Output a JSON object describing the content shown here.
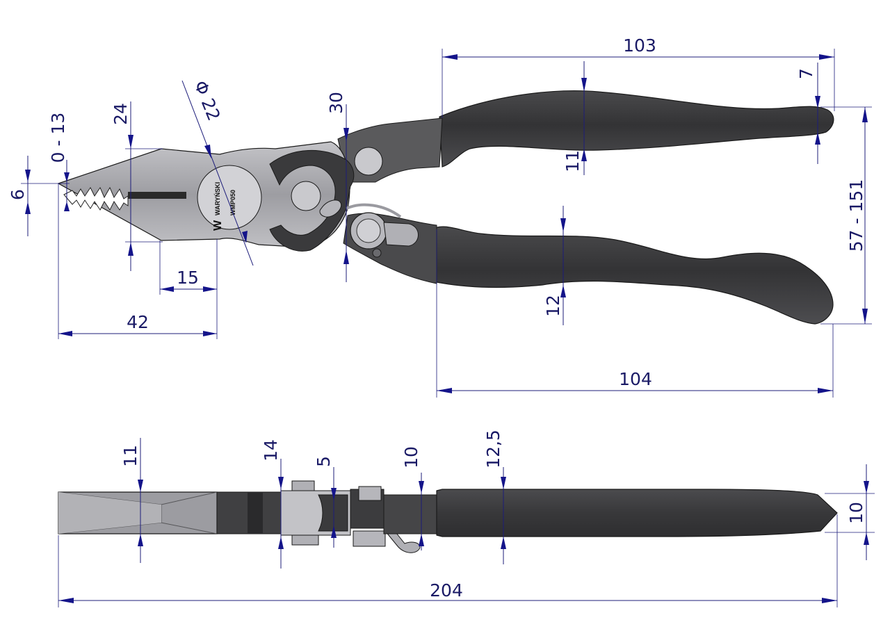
{
  "colors": {
    "dimension": "#1a1a66",
    "steel": "#a9a9ad",
    "handle": "#3a3a3c",
    "outline": "#1a1a1a"
  },
  "brand": {
    "name": "WARYŃSKI",
    "model": "WMP050"
  },
  "dimensions": {
    "top_view": {
      "jaw_opening": "0 - 13",
      "tip_width": "6",
      "jaw_height": "24",
      "cutter_diameter": "Φ 22",
      "pivot_height": "30",
      "cutter_length": "15",
      "head_length": "42",
      "handle_length_upper": "103",
      "handle_end_thickness": "7",
      "handle_thickness_upper": "11",
      "handle_thickness_lower": "12",
      "handle_span": "57 - 151",
      "handle_length_lower": "104"
    },
    "side_view": {
      "jaw_thickness": "11",
      "joint_thickness": "14",
      "plate_thickness": "5",
      "spring_thickness": "10",
      "handle_thickness": "12,5",
      "grip_end_thickness": "10",
      "total_length": "204"
    }
  }
}
